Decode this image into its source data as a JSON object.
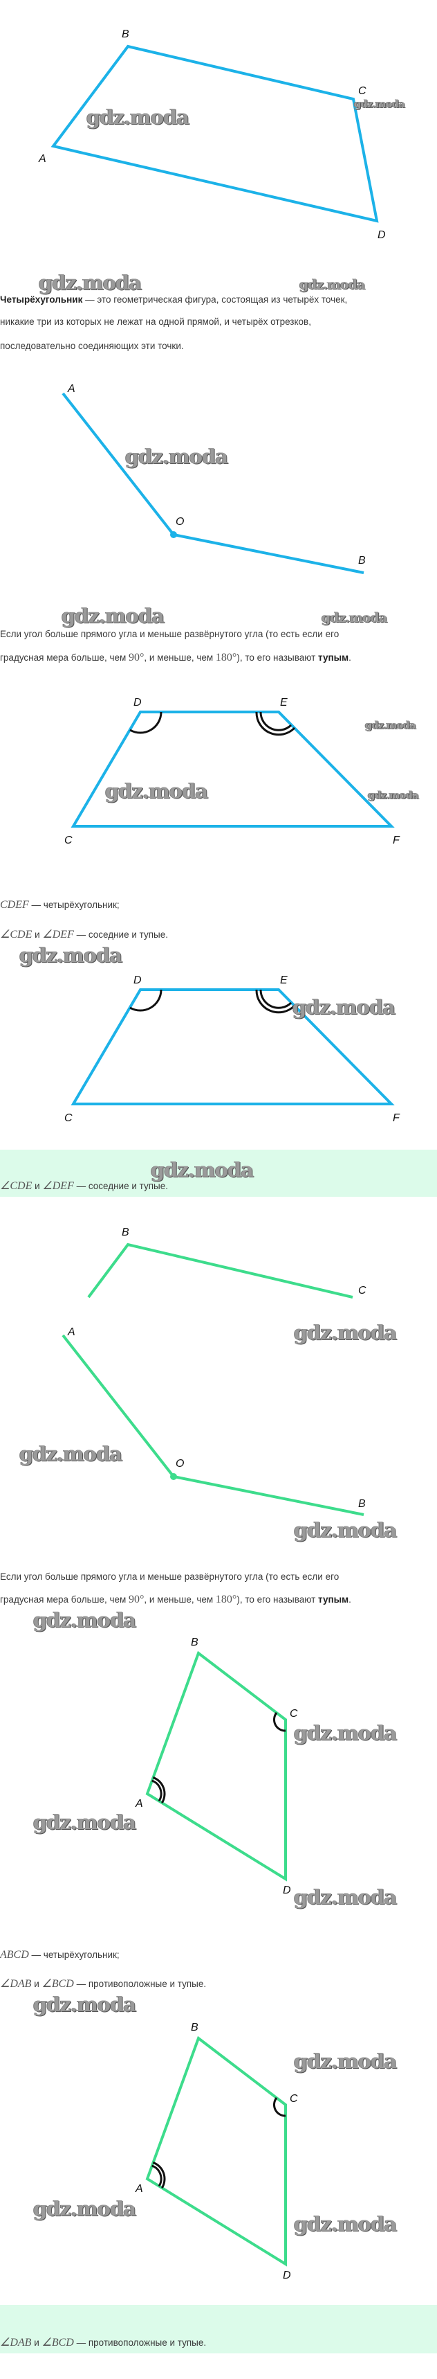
{
  "watermark": "gdz.moda",
  "colors": {
    "blue": "#1cb2e8",
    "green": "#3ddc8c",
    "highlight": "#dcfbea"
  },
  "figure1": {
    "labels": {
      "A": "A",
      "B": "B",
      "C": "C",
      "D": "D"
    }
  },
  "definition": {
    "term": "Четырёхугольник",
    "line1_rest": " — это геометрическая фигура, состоящая из четырёх точек,",
    "line2": "никакие три из которых не лежат на одной прямой, и четырёх отрезков,",
    "line3": "последовательно соединяющих эти точки."
  },
  "figure2": {
    "labels": {
      "A": "A",
      "O": "O",
      "B": "B"
    }
  },
  "obtuse": {
    "line1": "Если угол больше прямого угла и меньше развёрнутого угла (то есть если его",
    "line2a": "градусная мера больше, чем ",
    "deg90": "90°",
    "line2b": ", и меньше, чем ",
    "deg180": "180°",
    "line2c": "), то его называют ",
    "term": "тупым",
    "end": "."
  },
  "figure3": {
    "labels": {
      "C": "C",
      "D": "D",
      "E": "E",
      "F": "F"
    }
  },
  "cdef": {
    "name": "CDEF",
    "is_quad": " — четырёхугольник;",
    "angle1": "∠CDE",
    "and": " и ",
    "angle2": "∠DEF",
    "adjacent": " — соседние и тупые."
  },
  "figure5": {
    "labels": {
      "A": "A",
      "B": "B",
      "C": "C",
      "O": "O",
      "B2": "B"
    }
  },
  "figure6": {
    "labels": {
      "A": "A",
      "B": "B",
      "C": "C",
      "D": "D"
    }
  },
  "abcd": {
    "name": "ABCD",
    "is_quad": " — четырёхугольник;",
    "angle1": "∠DAB",
    "and": " и ",
    "angle2": "∠BCD",
    "opposite": " — противоположные и тупые."
  }
}
